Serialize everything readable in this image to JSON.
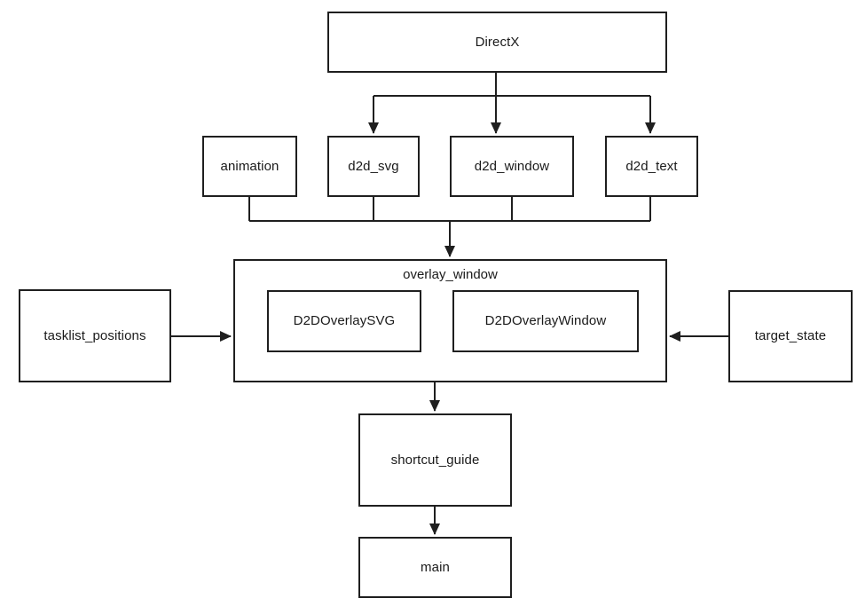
{
  "diagram": {
    "type": "dependency-flowchart",
    "colors": {
      "background": "#ffffff",
      "line": "#1f1f1f",
      "box_fill": "#ffffff",
      "text": "#1a1a1a"
    },
    "nodes": {
      "directx": {
        "label": "DirectX"
      },
      "animation": {
        "label": "animation"
      },
      "d2d_svg": {
        "label": "d2d_svg"
      },
      "d2d_window": {
        "label": "d2d_window"
      },
      "d2d_text": {
        "label": "d2d_text"
      },
      "overlay_window": {
        "label": "overlay_window"
      },
      "d2d_overlay_svg": {
        "label": "D2DOverlaySVG"
      },
      "d2d_overlay_window": {
        "label": "D2DOverlayWindow"
      },
      "tasklist_positions": {
        "label": "tasklist_positions"
      },
      "target_state": {
        "label": "target_state"
      },
      "shortcut_guide": {
        "label": "shortcut_guide"
      },
      "main": {
        "label": "main"
      }
    },
    "edges": [
      {
        "from": "DirectX",
        "to": "d2d_svg"
      },
      {
        "from": "DirectX",
        "to": "d2d_window"
      },
      {
        "from": "DirectX",
        "to": "d2d_text"
      },
      {
        "from": "animation",
        "to": "overlay_window"
      },
      {
        "from": "d2d_svg",
        "to": "overlay_window"
      },
      {
        "from": "d2d_window",
        "to": "overlay_window"
      },
      {
        "from": "d2d_text",
        "to": "overlay_window"
      },
      {
        "from": "tasklist_positions",
        "to": "overlay_window"
      },
      {
        "from": "target_state",
        "to": "overlay_window"
      },
      {
        "from": "overlay_window",
        "to": "shortcut_guide"
      },
      {
        "from": "shortcut_guide",
        "to": "main"
      }
    ]
  }
}
